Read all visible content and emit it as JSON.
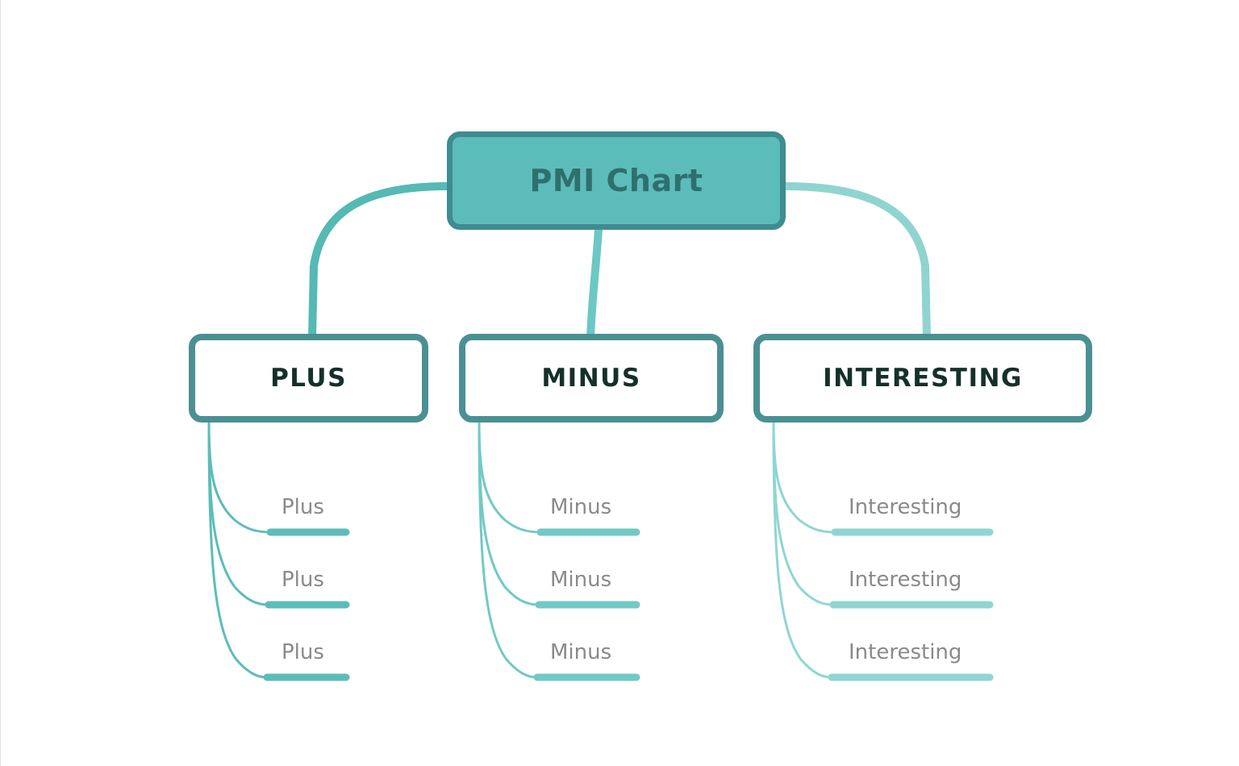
{
  "diagram": {
    "title": "PMI Chart",
    "type": "mind-map",
    "background_color": "#ffffff",
    "root": {
      "label": "PMI Chart",
      "fill_color": "#5CBCBA",
      "border_color": "#3F8C90",
      "text_color": "#2F6F6D"
    },
    "branches": [
      {
        "id": "plus",
        "label": "PLUS",
        "fill_color": "#ffffff",
        "border_color": "#4A9093",
        "text_color": "#15302A",
        "accent_color": "#5CBDB8",
        "leaves": [
          {
            "label": "Plus"
          },
          {
            "label": "Plus"
          },
          {
            "label": "Plus"
          }
        ]
      },
      {
        "id": "minus",
        "label": "MINUS",
        "fill_color": "#ffffff",
        "border_color": "#4A9093",
        "text_color": "#15302A",
        "accent_color": "#72C9C5",
        "leaves": [
          {
            "label": "Minus"
          },
          {
            "label": "Minus"
          },
          {
            "label": "Minus"
          }
        ]
      },
      {
        "id": "interesting",
        "label": "INTERESTING",
        "fill_color": "#ffffff",
        "border_color": "#4A9093",
        "text_color": "#15302A",
        "accent_color": "#8FD6D3",
        "leaves": [
          {
            "label": "Interesting"
          },
          {
            "label": "Interesting"
          },
          {
            "label": "Interesting"
          }
        ]
      }
    ],
    "connector_colors": {
      "root_to_plus": "#55B9B4",
      "root_to_minus": "#6BC8C4",
      "root_to_interesting": "#8FD4D0"
    }
  }
}
